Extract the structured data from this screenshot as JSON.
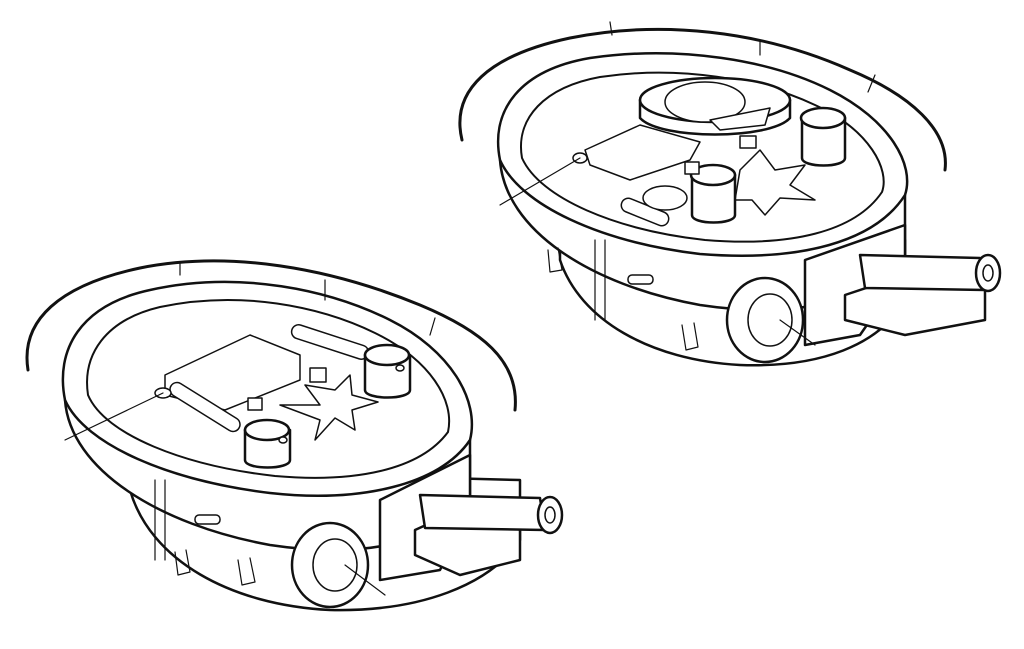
{
  "image": {
    "subject": "turret-line-drawing",
    "turrets": [
      {
        "name": "turret-left"
      },
      {
        "name": "turret-right"
      }
    ],
    "colors": {
      "line": "#111111",
      "background": "#ffffff"
    }
  }
}
